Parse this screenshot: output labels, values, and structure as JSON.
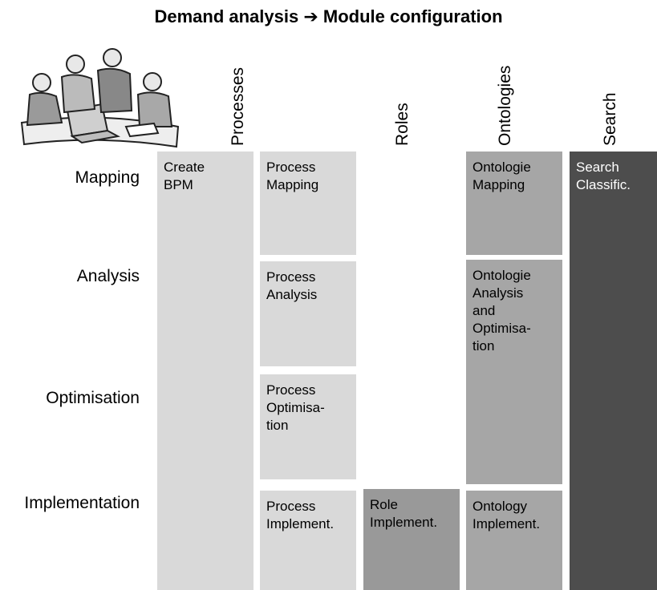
{
  "title": "Demand analysis ➔ Module configuration",
  "columns": {
    "processes": "Processes",
    "roles": "Roles",
    "ontologies": "Ontologies",
    "search": "Search"
  },
  "rows": {
    "mapping": "Mapping",
    "analysis": "Analysis",
    "optimisation": "Optimisation",
    "implementation": "Implementation"
  },
  "boxes": {
    "create_bpm": "Create\nBPM",
    "process_mapping": "Process\nMapping",
    "process_analysis": "Process\nAnalysis",
    "process_optimisation": "Process\nOptimisa-\ntion",
    "process_implement": "Process\nImplement.",
    "role_implement": "Role\nImplement.",
    "ontologie_mapping": "Ontologie\nMapping",
    "ontologie_analysis": "Ontologie\nAnalysis\nand\nOptimisa-\ntion",
    "ontology_implement": "Ontology\nImplement.",
    "search_classific": "Search\nClassific."
  },
  "colors": {
    "light": "#d9d9d9",
    "medium": "#a6a6a6",
    "dark": "#4d4d4d"
  },
  "illustration_icon": "team-meeting-clipart"
}
